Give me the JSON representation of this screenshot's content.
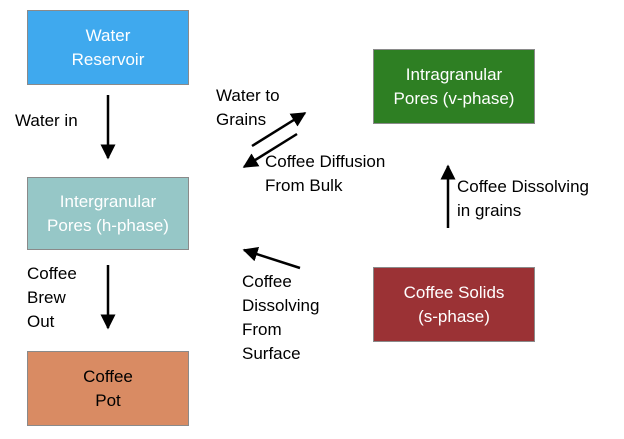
{
  "colors": {
    "reservoir": "#3FA9EE",
    "intergranular": "#96C7C7",
    "pot": "#D98B63",
    "intragranular": "#2E7F23",
    "solids": "#9B3235",
    "arrow": "#000000"
  },
  "boxes": {
    "reservoir": {
      "line1": "Water",
      "line2": "Reservoir",
      "text_color": "#FFFFFF"
    },
    "intergranular": {
      "line1": "Intergranular",
      "line2": "Pores (h-phase)",
      "text_color": "#FFFFFF"
    },
    "pot": {
      "line1": "Coffee",
      "line2": "Pot",
      "text_color": "#000000"
    },
    "intragranular": {
      "line1": "Intragranular",
      "line2": "Pores (v-phase)",
      "text_color": "#FFFFFF"
    },
    "solids": {
      "line1": "Coffee Solids",
      "line2": "(s-phase)",
      "text_color": "#FFFFFF"
    }
  },
  "labels": {
    "water_in": {
      "line1": "Water in"
    },
    "brew_out": {
      "line1": "Coffee",
      "line2": "Brew",
      "line3": "Out"
    },
    "water_to_grains": {
      "line1": "Water to",
      "line2": "Grains"
    },
    "diffusion": {
      "line1": "Coffee Diffusion",
      "line2": "From Bulk"
    },
    "dissolving_grains": {
      "line1": "Coffee Dissolving",
      "line2": "in grains"
    },
    "dissolving_surface": {
      "line1": "Coffee",
      "line2": "Dissolving",
      "line3": "From",
      "line4": "Surface"
    }
  }
}
